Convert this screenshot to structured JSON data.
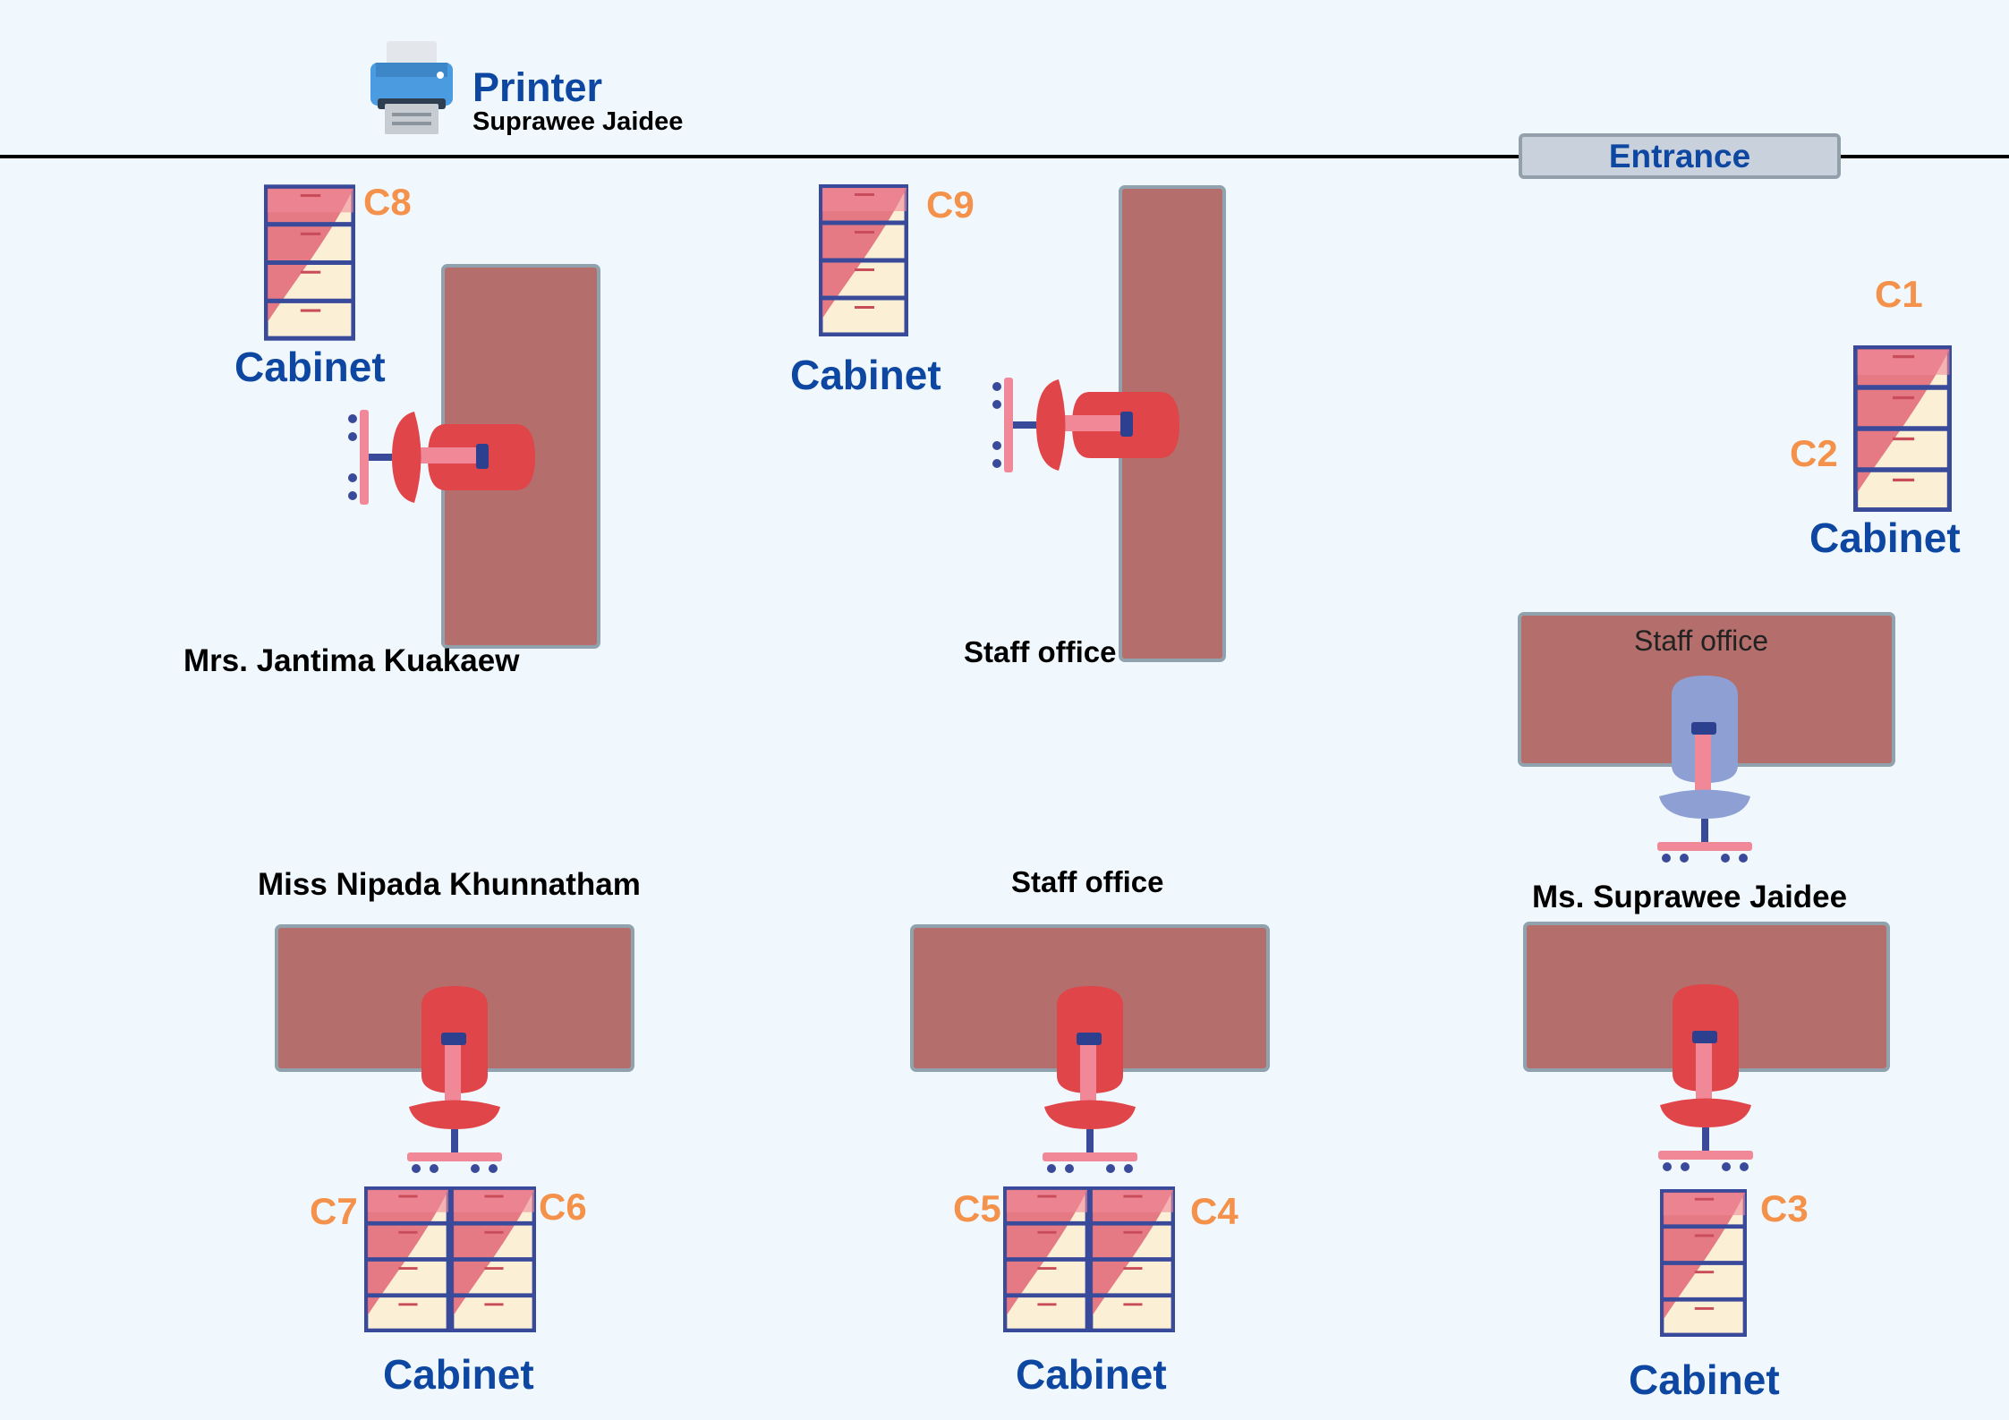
{
  "printer": {
    "title": "Printer",
    "owner": "Suprawee Jaidee",
    "icon": "printer-icon"
  },
  "entrance": {
    "label": "Entrance"
  },
  "cabinet_label": "Cabinet",
  "cabinets": {
    "c1": "C1",
    "c2": "C2",
    "c3": "C3",
    "c4": "C4",
    "c5": "C5",
    "c6": "C6",
    "c7": "C7",
    "c8": "C8",
    "c9": "C9"
  },
  "people": {
    "jantima": "Mrs. Jantima Kuakaew",
    "nipada": "Miss Nipada Khunnatham",
    "suprawee": "Ms. Suprawee Jaidee"
  },
  "desks": {
    "staff_office": "Staff office"
  },
  "colors": {
    "background": "#f1f8fd",
    "desk": "#b46f6c",
    "label_blue": "#0d47a1",
    "code_orange": "#f4914a",
    "chair_red": "#e0454a",
    "chair_blue": "#8e9fd4"
  }
}
